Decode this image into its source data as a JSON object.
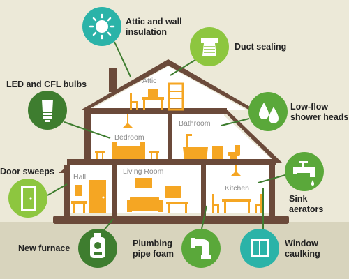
{
  "colors": {
    "background": "#ece9d8",
    "ground": "#d8d4bd",
    "house_wall": "#ffffff",
    "house_frame": "#6b4a3a",
    "furniture": "#f5a623",
    "green_dark": "#3e7d2f",
    "green_mid": "#5aa83a",
    "green_light": "#8dc63f",
    "teal": "#2bb3a8",
    "leader_line": "#3e7d2f"
  },
  "rooms": {
    "attic": "Attic",
    "bedroom": "Bedroom",
    "bathroom": "Bathroom",
    "hall": "Hall",
    "living_room": "Living Room",
    "kitchen": "Kitchen"
  },
  "measures": {
    "attic_insulation": {
      "line1": "Attic and wall",
      "line2": "insulation",
      "icon": "sun-icon"
    },
    "duct_sealing": {
      "label": "Duct sealing",
      "icon": "duct-vent-icon"
    },
    "led_bulbs": {
      "label": "LED and CFL bulbs",
      "icon": "light-bulb-icon"
    },
    "shower_heads": {
      "line1": "Low-flow",
      "line2": "shower heads",
      "icon": "water-drops-icon"
    },
    "door_sweeps": {
      "label": "Door sweeps",
      "icon": "door-icon"
    },
    "sink_aerators": {
      "line1": "Sink",
      "line2": "aerators",
      "icon": "faucet-icon"
    },
    "new_furnace": {
      "label": "New furnace",
      "icon": "furnace-icon"
    },
    "pipe_foam": {
      "line1": "Plumbing",
      "line2": "pipe foam",
      "icon": "pipe-icon"
    },
    "window_caulking": {
      "line1": "Window",
      "line2": "caulking",
      "icon": "window-icon"
    }
  }
}
